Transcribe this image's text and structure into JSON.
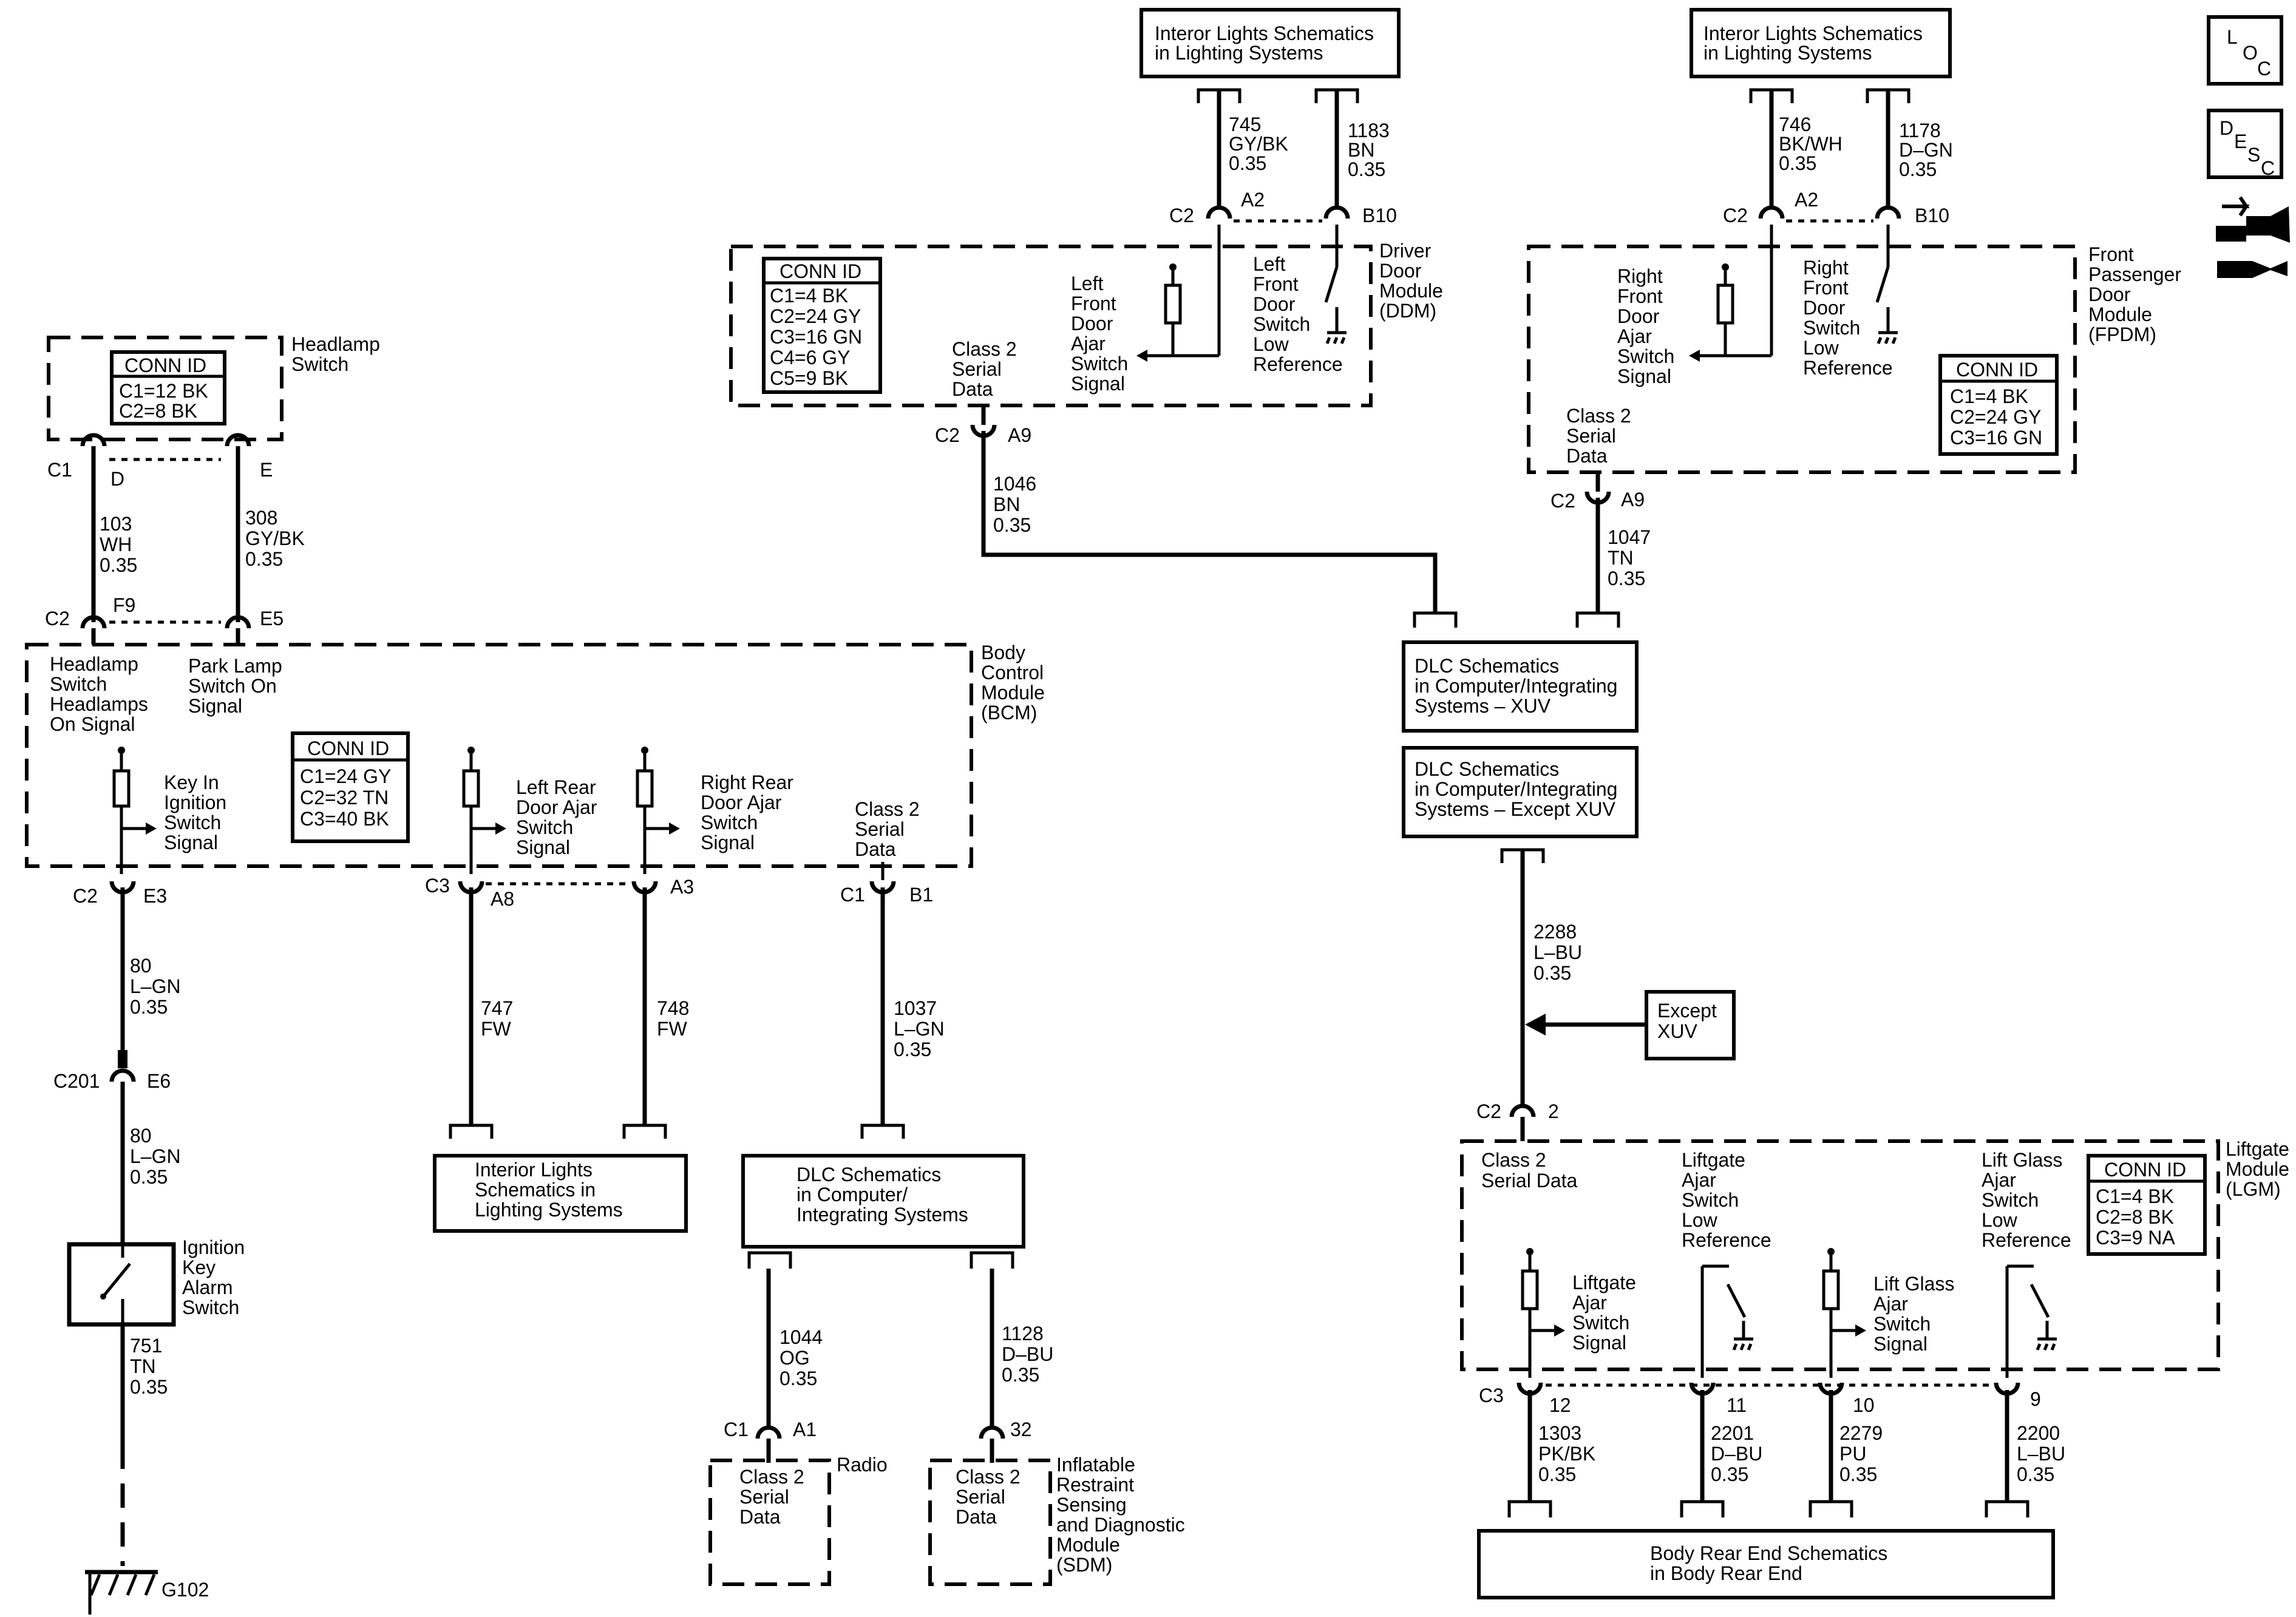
{
  "legend": {
    "loc_l": "L",
    "loc_o": "O",
    "loc_c": "C",
    "desc_d": "D",
    "desc_e": "E",
    "desc_s": "S",
    "desc_c": "C"
  },
  "headlamp_switch": {
    "name": [
      "Headlamp",
      "Switch"
    ],
    "conn_title": "CONN ID",
    "conn": [
      "C1=12 BK",
      "C2=8 BK"
    ]
  },
  "bcm": {
    "name": [
      "Body",
      "Control",
      "Module",
      "(BCM)"
    ],
    "conn_title": "CONN ID",
    "conn": [
      "C1=24 GY",
      "C2=32 TN",
      "C3=40 BK"
    ],
    "sig_headlamps": [
      "Headlamp",
      "Switch",
      "Headlamps",
      "On Signal"
    ],
    "sig_park": [
      "Park Lamp",
      "Switch On",
      "Signal"
    ],
    "sig_key": [
      "Key In",
      "Ignition",
      "Switch",
      "Signal"
    ],
    "sig_lr": [
      "Left Rear",
      "Door Ajar",
      "Switch",
      "Signal"
    ],
    "sig_rr": [
      "Right Rear",
      "Door Ajar",
      "Switch",
      "Signal"
    ],
    "sig_class2": [
      "Class 2",
      "Serial",
      "Data"
    ]
  },
  "ddm": {
    "name": [
      "Driver",
      "Door",
      "Module",
      "(DDM)"
    ],
    "conn_title": "CONN ID",
    "conn": [
      "C1=4 BK",
      "C2=24 GY",
      "C3=16 GN",
      "C4=6 GY",
      "C5=9 BK"
    ],
    "sig_class2": [
      "Class 2",
      "Serial",
      "Data"
    ],
    "sig_ajar": [
      "Left",
      "Front",
      "Door",
      "Ajar",
      "Switch",
      "Signal"
    ],
    "sig_low": [
      "Left",
      "Front",
      "Door",
      "Switch",
      "Low",
      "Reference"
    ]
  },
  "fpdm": {
    "name": [
      "Front",
      "Passenger",
      "Door",
      "Module",
      "(FPDM)"
    ],
    "conn_title": "CONN ID",
    "conn": [
      "C1=4 BK",
      "C2=24 GY",
      "C3=16 GN"
    ],
    "sig_class2": [
      "Class 2",
      "Serial",
      "Data"
    ],
    "sig_ajar": [
      "Right",
      "Front",
      "Door",
      "Ajar",
      "Switch",
      "Signal"
    ],
    "sig_low": [
      "Right",
      "Front",
      "Door",
      "Switch",
      "Low",
      "Reference"
    ]
  },
  "lgm": {
    "name": [
      "Liftgate",
      "Module",
      "(LGM)"
    ],
    "conn_title": "CONN ID",
    "conn": [
      "C1=4 BK",
      "C2=8 BK",
      "C3=9 NA"
    ],
    "sig_class2": [
      "Class 2",
      "Serial Data"
    ],
    "sig_lg_low": [
      "Liftgate",
      "Ajar",
      "Switch",
      "Low",
      "Reference"
    ],
    "sig_lg_ajar": [
      "Liftgate",
      "Ajar",
      "Switch",
      "Signal"
    ],
    "sig_glass_ajar": [
      "Lift Glass",
      "Ajar",
      "Switch",
      "Signal"
    ],
    "sig_glass_low": [
      "Lift Glass",
      "Ajar",
      "Switch",
      "Low",
      "Reference"
    ]
  },
  "boxes": {
    "interior_ddm": [
      "Interor Lights Schematics",
      "in Lighting Systems"
    ],
    "interior_fpdm": [
      "Interor Lights Schematics",
      "in Lighting Systems"
    ],
    "interior_bcm": [
      "Interior Lights",
      "Schematics in",
      "Lighting Systems"
    ],
    "dlc_xuv": [
      "DLC Schematics",
      "in Computer/Integrating",
      "Systems – XUV"
    ],
    "dlc_except": [
      "DLC Schematics",
      "in Computer/Integrating",
      "Systems – Except XUV"
    ],
    "dlc_bcm": [
      "DLC Schematics",
      "in Computer/",
      "Integrating Systems"
    ],
    "body_rear": [
      "Body Rear End Schematics",
      "in Body Rear End"
    ],
    "except_xuv": [
      "Except",
      "XUV"
    ]
  },
  "radio": {
    "name": "Radio",
    "sig": [
      "Class 2",
      "Serial",
      "Data"
    ]
  },
  "sdm": {
    "name": [
      "Inflatable",
      "Restraint",
      "Sensing",
      "and Diagnostic",
      "Module",
      "(SDM)"
    ],
    "sig": [
      "Class 2",
      "Serial",
      "Data"
    ]
  },
  "ignition_switch": {
    "name": [
      "Ignition",
      "Key",
      "Alarm",
      "Switch"
    ]
  },
  "ground": "G102",
  "connectors": {
    "hs_c1": "C1",
    "hs_d": "D",
    "hs_e": "E",
    "bcm_c2_top": "C2",
    "bcm_f9": "F9",
    "bcm_e5": "E5",
    "bcm_c2_bot": "C2",
    "bcm_e3": "E3",
    "bcm_c3": "C3",
    "bcm_a8": "A8",
    "bcm_a3": "A3",
    "bcm_c1": "C1",
    "bcm_b1": "B1",
    "c201": "C201",
    "e6": "E6",
    "ddm_c2_top": "C2",
    "ddm_a2": "A2",
    "ddm_b10": "B10",
    "ddm_c2_bot": "C2",
    "ddm_a9": "A9",
    "fpdm_c2_top": "C2",
    "fpdm_a2": "A2",
    "fpdm_b10": "B10",
    "fpdm_c2_bot": "C2",
    "fpdm_a9": "A9",
    "lgm_c2": "C2",
    "lgm_2": "2",
    "lgm_c3": "C3",
    "lgm_12": "12",
    "lgm_11": "11",
    "lgm_10": "10",
    "lgm_9": "9",
    "radio_c1": "C1",
    "radio_a1": "A1",
    "sdm_32": "32"
  },
  "wires": {
    "w103": [
      "103",
      "WH",
      "0.35"
    ],
    "w308": [
      "308",
      "GY/BK",
      "0.35"
    ],
    "w80a": [
      "80",
      "L–GN",
      "0.35"
    ],
    "w80b": [
      "80",
      "L–GN",
      "0.35"
    ],
    "w751": [
      "751",
      "TN",
      "0.35"
    ],
    "w747": [
      "747",
      "FW"
    ],
    "w748": [
      "748",
      "FW"
    ],
    "w1037": [
      "1037",
      "L–GN",
      "0.35"
    ],
    "w1044": [
      "1044",
      "OG",
      "0.35"
    ],
    "w1128": [
      "1128",
      "D–BU",
      "0.35"
    ],
    "w745": [
      "745",
      "GY/BK",
      "0.35"
    ],
    "w1183": [
      "1183",
      "BN",
      "0.35"
    ],
    "w1046": [
      "1046",
      "BN",
      "0.35"
    ],
    "w746": [
      "746",
      "BK/WH",
      "0.35"
    ],
    "w1178": [
      "1178",
      "D–GN",
      "0.35"
    ],
    "w1047": [
      "1047",
      "TN",
      "0.35"
    ],
    "w2288": [
      "2288",
      "L–BU",
      "0.35"
    ],
    "w1303": [
      "1303",
      "PK/BK",
      "0.35"
    ],
    "w2201": [
      "2201",
      "D–BU",
      "0.35"
    ],
    "w2279": [
      "2279",
      "PU",
      "0.35"
    ],
    "w2200": [
      "2200",
      "L–BU",
      "0.35"
    ]
  }
}
